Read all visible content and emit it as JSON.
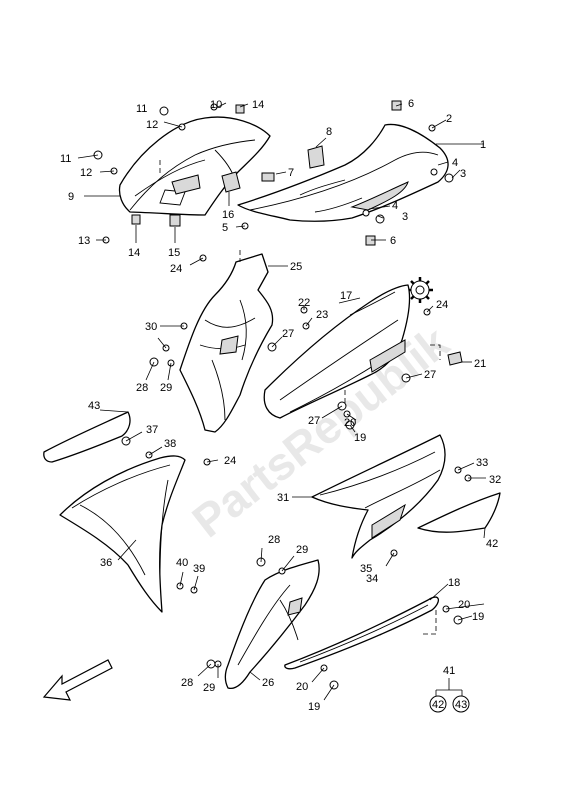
{
  "watermark": "PartsRepublik",
  "callouts": [
    {
      "id": "c1",
      "text": "1"
    },
    {
      "id": "c2",
      "text": "2"
    },
    {
      "id": "c3a",
      "text": "3"
    },
    {
      "id": "c3b",
      "text": "3"
    },
    {
      "id": "c4a",
      "text": "4"
    },
    {
      "id": "c4b",
      "text": "4"
    },
    {
      "id": "c5",
      "text": "5"
    },
    {
      "id": "c6a",
      "text": "6"
    },
    {
      "id": "c6b",
      "text": "6"
    },
    {
      "id": "c7",
      "text": "7"
    },
    {
      "id": "c8",
      "text": "8"
    },
    {
      "id": "c9",
      "text": "9"
    },
    {
      "id": "c10",
      "text": "10"
    },
    {
      "id": "c11a",
      "text": "11"
    },
    {
      "id": "c11b",
      "text": "11"
    },
    {
      "id": "c12a",
      "text": "12"
    },
    {
      "id": "c12b",
      "text": "12"
    },
    {
      "id": "c13",
      "text": "13"
    },
    {
      "id": "c14a",
      "text": "14"
    },
    {
      "id": "c14b",
      "text": "14"
    },
    {
      "id": "c15",
      "text": "15"
    },
    {
      "id": "c16",
      "text": "16"
    },
    {
      "id": "c17",
      "text": "17"
    },
    {
      "id": "c18",
      "text": "18"
    },
    {
      "id": "c19a",
      "text": "19"
    },
    {
      "id": "c19b",
      "text": "19"
    },
    {
      "id": "c19c",
      "text": "19"
    },
    {
      "id": "c20a",
      "text": "20"
    },
    {
      "id": "c20b",
      "text": "20"
    },
    {
      "id": "c20c",
      "text": "20"
    },
    {
      "id": "c21",
      "text": "21"
    },
    {
      "id": "c22",
      "text": "22"
    },
    {
      "id": "c23",
      "text": "23"
    },
    {
      "id": "c24a",
      "text": "24"
    },
    {
      "id": "c24b",
      "text": "24"
    },
    {
      "id": "c24c",
      "text": "24"
    },
    {
      "id": "c25",
      "text": "25"
    },
    {
      "id": "c26",
      "text": "26"
    },
    {
      "id": "c27a",
      "text": "27"
    },
    {
      "id": "c27b",
      "text": "27"
    },
    {
      "id": "c27c",
      "text": "27"
    },
    {
      "id": "c28a",
      "text": "28"
    },
    {
      "id": "c28b",
      "text": "28"
    },
    {
      "id": "c28c",
      "text": "28"
    },
    {
      "id": "c29a",
      "text": "29"
    },
    {
      "id": "c29b",
      "text": "29"
    },
    {
      "id": "c29c",
      "text": "29"
    },
    {
      "id": "c30",
      "text": "30"
    },
    {
      "id": "c31",
      "text": "31"
    },
    {
      "id": "c32",
      "text": "32"
    },
    {
      "id": "c33",
      "text": "33"
    },
    {
      "id": "c34",
      "text": "34"
    },
    {
      "id": "c35",
      "text": "35"
    },
    {
      "id": "c36",
      "text": "36"
    },
    {
      "id": "c37",
      "text": "37"
    },
    {
      "id": "c38",
      "text": "38"
    },
    {
      "id": "c39",
      "text": "39"
    },
    {
      "id": "c40",
      "text": "40"
    },
    {
      "id": "c41",
      "text": "41"
    },
    {
      "id": "c42a",
      "text": "42"
    },
    {
      "id": "c42b",
      "text": "42"
    },
    {
      "id": "c43a",
      "text": "43"
    },
    {
      "id": "c43b",
      "text": "43"
    }
  ],
  "icons": {
    "direction": "front-direction-arrow-icon",
    "gear": "gear-icon"
  }
}
